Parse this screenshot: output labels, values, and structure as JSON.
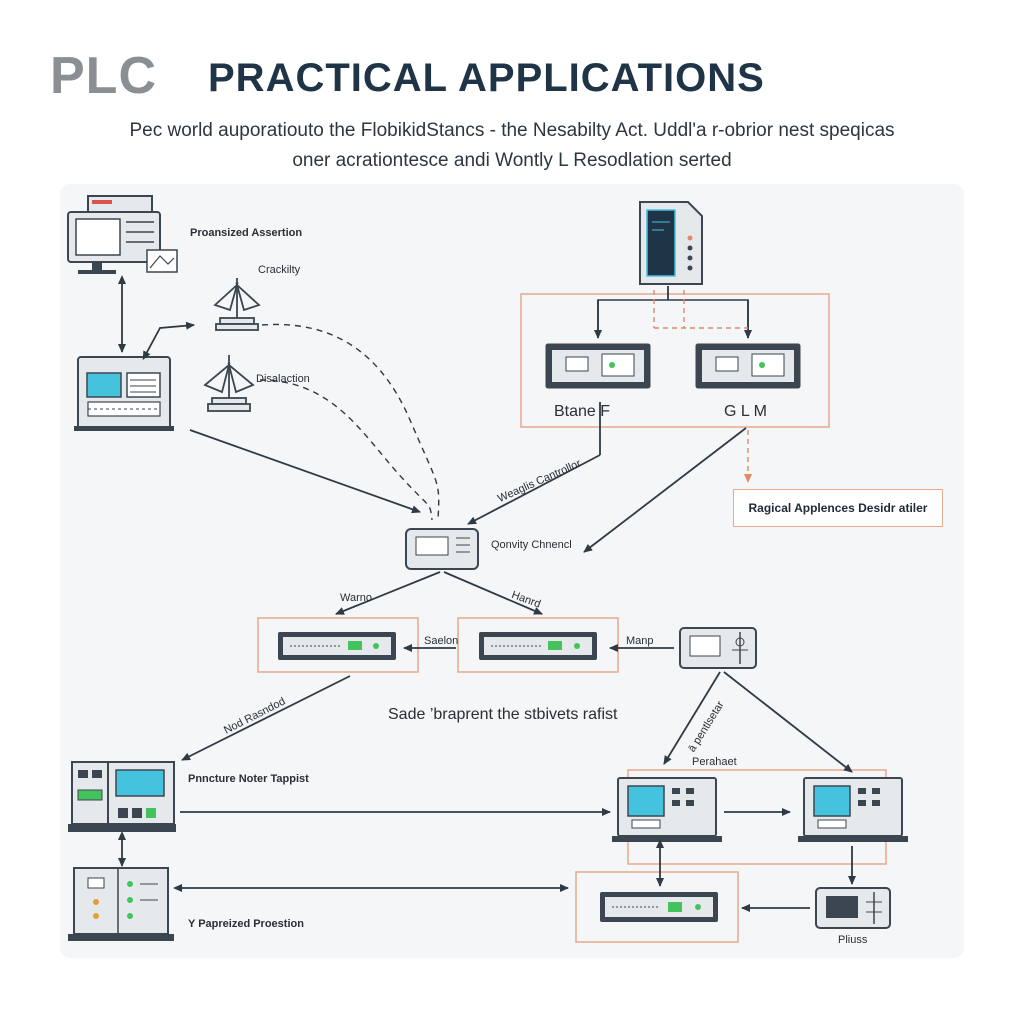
{
  "header": {
    "logo": "PLC",
    "title": "PRACTICAL  APPLICATIONS",
    "subtitle_line1": "Pec world auporatiouto the FlobikidStancs - the Nesabilty Act. Uddl'a r-obrior nest speqicas",
    "subtitle_line2": "oner acrationtesce andi Wontly L Resodlation serted"
  },
  "labels": {
    "programmed_assertion": "Proansized Assertion",
    "crackling": "Crackilty",
    "dissolution": "Disalaction",
    "station_f": "Btane F",
    "station_glm": "G L M",
    "callout": "Ragical Applences Desidr atiler",
    "weather_controller": "Weaglis Cantrollor",
    "control_channel": "Qonvity Chnencl",
    "warn": "Warno",
    "hand": "Hanrd",
    "section": "Saelon",
    "man": "Manp",
    "not_removed": "Nod Rasndod",
    "middle_caption": "Sade ’braprent the stbivets rafist",
    "function_note": "Pnncture Noter Tappist",
    "period_label": "ā pentlsetar",
    "peripheral": "Perahaet",
    "paced_process": "Y Papreized Proestion",
    "plus": "Pliuss"
  },
  "colors": {
    "navy": "#1f3446",
    "device_body": "#e6e9eb",
    "device_stroke": "#3b4650",
    "screen": "#45c3de",
    "led_green": "#43c25d",
    "accent_box": "#e5a98d",
    "arrow_orange": "#e08a6a"
  }
}
